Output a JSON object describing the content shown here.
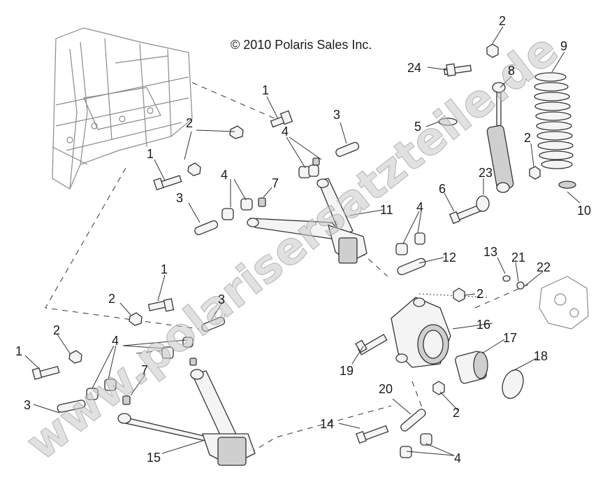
{
  "copyright": "© 2010 Polaris Sales Inc.",
  "watermark": "www.polarisersatzteile.de",
  "callouts": {
    "c1a": "1",
    "c1b": "1",
    "c1c": "1",
    "c1d": "1",
    "c2a": "2",
    "c2b": "2",
    "c2c": "2",
    "c2d": "2",
    "c2e": "2",
    "c2f": "2",
    "c2g": "2",
    "c3a": "3",
    "c3b": "3",
    "c3c": "3",
    "c3d": "3",
    "c4a": "4",
    "c4b": "4",
    "c4c": "4",
    "c4d": "4",
    "c4e": "4",
    "c5": "5",
    "c6": "6",
    "c7a": "7",
    "c7b": "7",
    "c8": "8",
    "c9": "9",
    "c10": "10",
    "c11": "11",
    "c12": "12",
    "c13": "13",
    "c14": "14",
    "c15": "15",
    "c16": "16",
    "c17": "17",
    "c18": "18",
    "c19": "19",
    "c20": "20",
    "c21": "21",
    "c22": "22",
    "c23": "23",
    "c24": "24"
  },
  "icons": [
    "chassis-frame",
    "upper-a-arm",
    "lower-a-arm",
    "shock-absorber",
    "coil-spring",
    "bearing-carrier",
    "wheel-bearing",
    "retaining-ring",
    "brake-caliper"
  ]
}
